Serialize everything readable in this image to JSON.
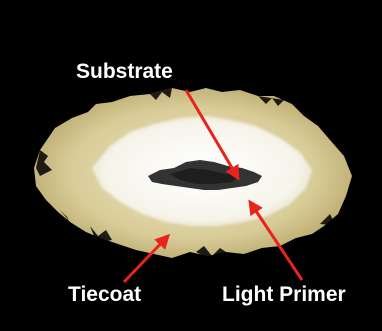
{
  "labels": {
    "substrate": "Substrate",
    "tiecoat": "Tiecoat",
    "light_primer": "Light Primer"
  },
  "colors": {
    "background": "#000000",
    "tiecoat_layer": "#d9cfa0",
    "primer_layer": "#f7f6ef",
    "substrate_layer": "#3a3a3a",
    "arrow": "#e8231c",
    "label_text": "#ffffff"
  }
}
